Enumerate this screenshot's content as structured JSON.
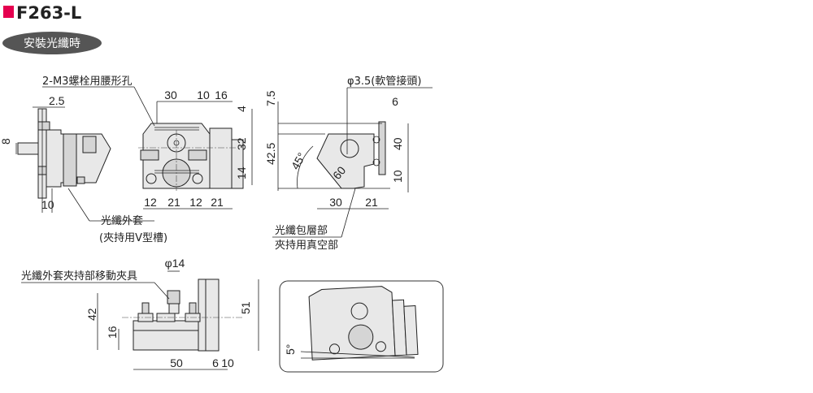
{
  "header": {
    "model": "F263-L",
    "badge": "安裝光纖時",
    "accent_color": "#e5004f",
    "badge_color": "#555555"
  },
  "side_view": {
    "dims": {
      "top_offset": "2.5",
      "height": "8",
      "bottom": "10"
    },
    "label_line1": "光纖外套",
    "label_line2": "(夾持用V型槽)"
  },
  "front_view": {
    "callout": "2-M3螺栓用腰形孔",
    "dims": {
      "top": [
        "30",
        "10",
        "16"
      ],
      "right": [
        "4",
        "32",
        "14"
      ],
      "bottom": [
        "12",
        "21",
        "12",
        "21"
      ]
    }
  },
  "right_view": {
    "callout": "φ3.5(軟管接頭)",
    "dims": {
      "top": "6",
      "left_top": "7.5",
      "left": "42.5",
      "right": "40",
      "right_bottom": "10",
      "angle": "45°",
      "angle_v": "60",
      "bottom": [
        "30",
        "21"
      ]
    },
    "label_line1": "光纖包層部",
    "label_line2": "夾持用真空部"
  },
  "bottom_view": {
    "callout": "光纖外套夾持部移動夾具",
    "dims": {
      "diameter": "φ14",
      "height": "42",
      "base": "16",
      "width": "50",
      "gap1": "6",
      "gap2": "10",
      "total": "51"
    }
  },
  "photo": {
    "angle": "5°"
  }
}
